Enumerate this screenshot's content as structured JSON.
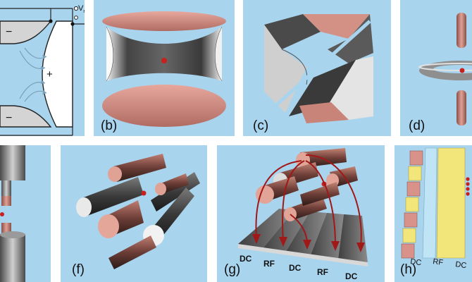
{
  "panels": {
    "a": {
      "voltage_symbol": "V",
      "voltage_subscript": "rf",
      "minus_top": "−",
      "plus": "+",
      "minus_bottom": "−"
    },
    "b": {
      "label": "(b)"
    },
    "c": {
      "label": "(c)"
    },
    "d": {
      "label": "(d)"
    },
    "e": {},
    "f": {
      "label": "(f)"
    },
    "g": {
      "label": "(g)",
      "electrodes": [
        "DC",
        "RF",
        "DC",
        "RF",
        "DC"
      ]
    },
    "h": {
      "label": "(h)",
      "electrodes": [
        "DC",
        "RF",
        "DC"
      ]
    }
  },
  "colors": {
    "background": "#a9d4ee",
    "copper": "#d58f86",
    "steel": "#5f5f5f",
    "ion": "#c8201d",
    "field_lines": "#7aa0b8",
    "arrows": "#a01818",
    "yellow_pad": "#f2e67a"
  }
}
